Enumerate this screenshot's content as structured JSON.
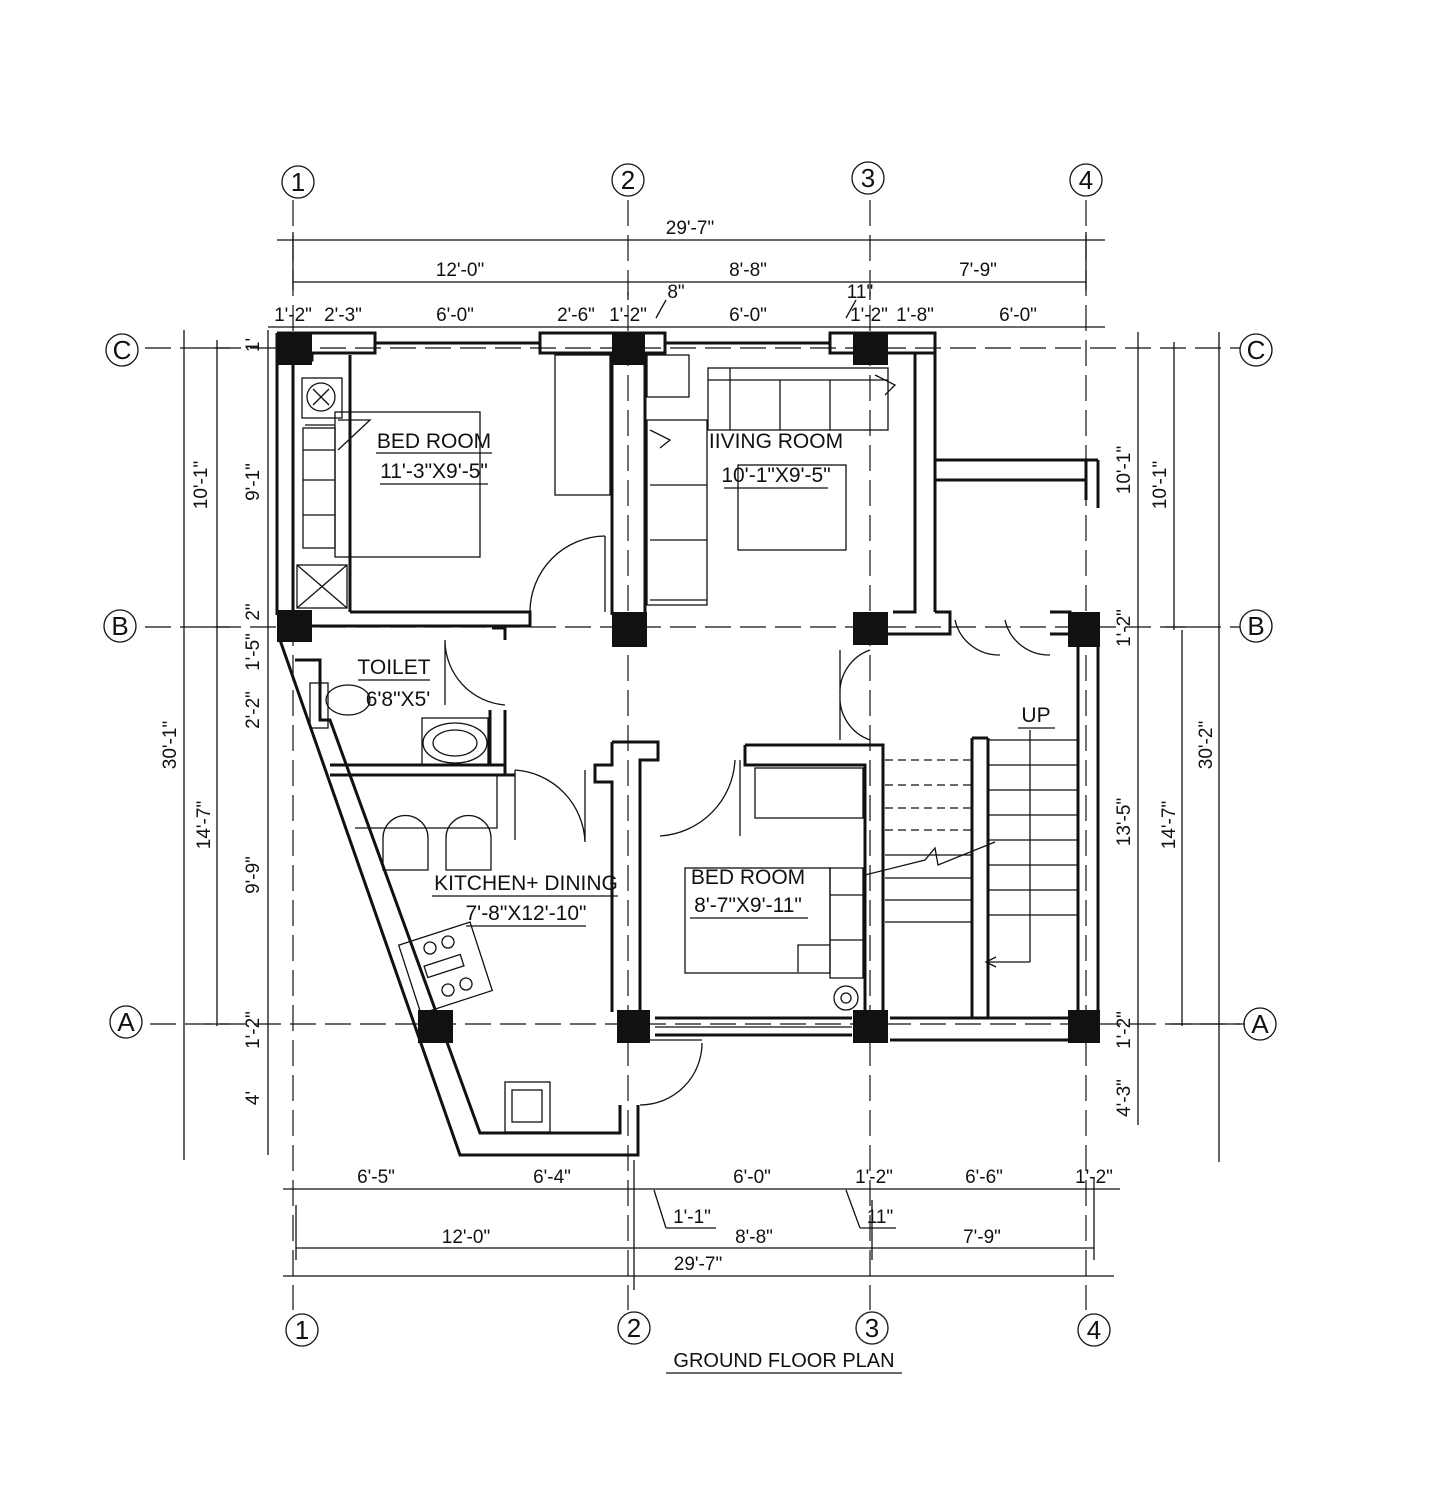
{
  "title": "GROUND FLOOR PLAN",
  "grid_labels": {
    "top": [
      "1",
      "2",
      "3",
      "4"
    ],
    "bottom": [
      "1",
      "2",
      "3",
      "4"
    ],
    "left": [
      "C",
      "B",
      "A"
    ],
    "right": [
      "C",
      "B",
      "A"
    ]
  },
  "rooms": [
    {
      "name": "BED ROOM",
      "size": "11'-3\"X9'-5\""
    },
    {
      "name": "IIVING ROOM",
      "size": "10'-1\"X9'-5\""
    },
    {
      "name": "TOILET",
      "size": "6'8\"X5'"
    },
    {
      "name": "KITCHEN+ DINING",
      "size": "7'-8\"X12'-10\""
    },
    {
      "name": "BED ROOM",
      "size": "8'-7\"X9'-11\""
    }
  ],
  "stair_label": "UP",
  "dims_top": {
    "overall": "29'-7\"",
    "bays": [
      "12'-0\"",
      "8'-8\"",
      "7'-9\""
    ],
    "small_a": "8\"",
    "small_b": "11\"",
    "openings": [
      "1'-2\"",
      "2'-3\"",
      "6'-0\"",
      "2'-6\"",
      "1'-2\"",
      "6'-0\"",
      "1'-2\"",
      "1'-8\"",
      "6'-0\""
    ]
  },
  "dims_bottom": {
    "openings": [
      "6'-5\"",
      "6'-4\"",
      "6'-0\"",
      "1'-2\"",
      "6'-6\"",
      "1'-2\""
    ],
    "small_a": "1'-1\"",
    "small_b": "11\"",
    "bays": [
      "12'-0\"",
      "8'-8\"",
      "7'-9\""
    ],
    "overall": "29'-7\""
  },
  "dims_left": {
    "outer": "30'-1\"",
    "mid": [
      "10'-1\"",
      "14'-7\""
    ],
    "inner": [
      "1'",
      "9'-1\"",
      "2\"",
      "1'-5\"",
      "2'-2\"",
      "9'-9\"",
      "1'-2\"",
      "4'"
    ]
  },
  "dims_right": {
    "inner": [
      "10'-1\"",
      "1'-2\"",
      "13'-5\"",
      "1'-2\"",
      "4'-3\""
    ],
    "mid": [
      "10'-1\"",
      "14'-7\""
    ],
    "outer": "30'-2\""
  }
}
